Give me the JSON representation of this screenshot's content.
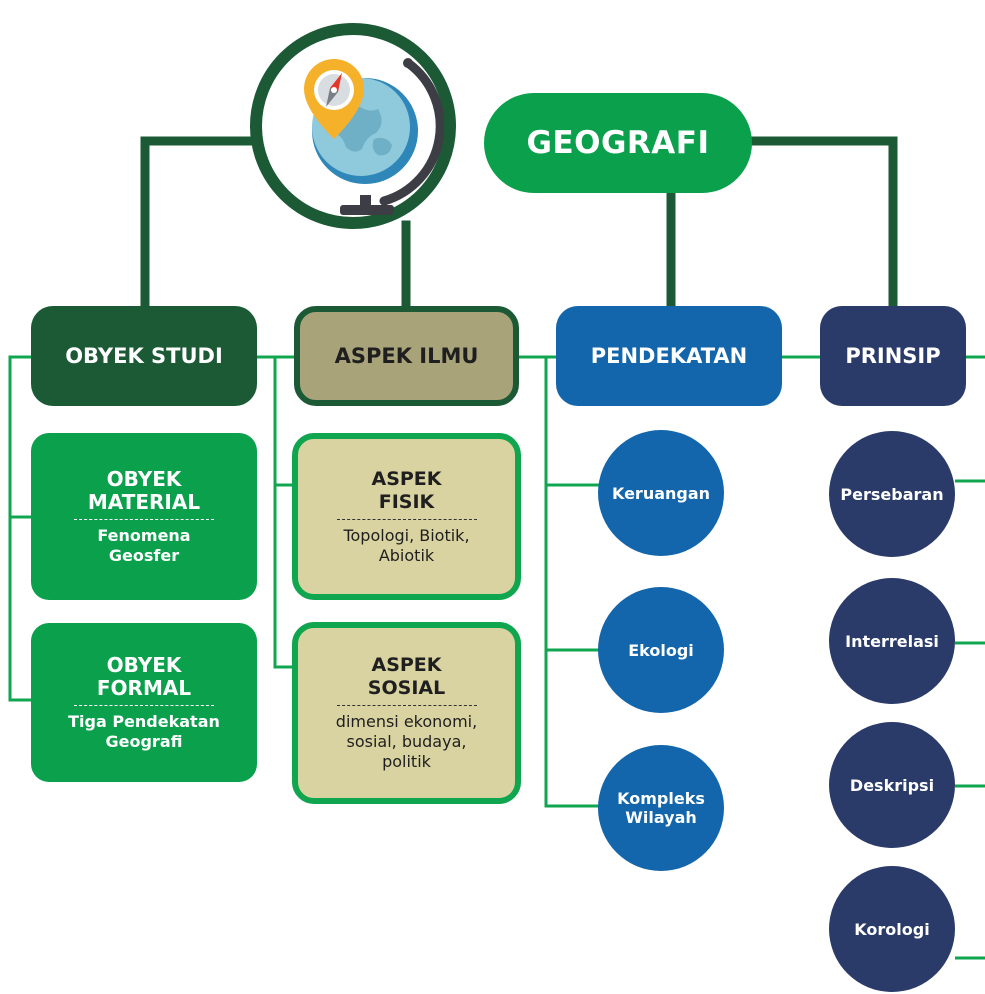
{
  "title": "GEOGRAFI",
  "headers": {
    "obyek_studi": "OBYEK STUDI",
    "aspek_ilmu": "ASPEK ILMU",
    "pendekatan": "PENDEKATAN",
    "prinsip": "PRINSIP"
  },
  "obyek": [
    {
      "title_line1": "OBYEK",
      "title_line2": "MATERIAL",
      "desc_line1": "Fenomena",
      "desc_line2": "Geosfer"
    },
    {
      "title_line1": "OBYEK",
      "title_line2": "FORMAL",
      "desc_line1": "Tiga Pendekatan",
      "desc_line2": "Geografi"
    }
  ],
  "aspek": [
    {
      "title_line1": "ASPEK",
      "title_line2": "FISIK",
      "desc_line1": "Topologi, Biotik,",
      "desc_line2": "Abiotik"
    },
    {
      "title_line1": "ASPEK",
      "title_line2": "SOSIAL",
      "desc_line1": "dimensi ekonomi,",
      "desc_line2": "sosial, budaya,",
      "desc_line3": "politik"
    }
  ],
  "pendekatan": [
    {
      "line1": "Keruangan"
    },
    {
      "line1": "Ekologi"
    },
    {
      "line1": "Kompleks",
      "line2": "Wilayah"
    }
  ],
  "prinsip": [
    {
      "line1": "Persebaran"
    },
    {
      "line1": "Interrelasi"
    },
    {
      "line1": "Deskripsi"
    },
    {
      "line1": "Korologi"
    }
  ],
  "colors": {
    "dark_green": "#1b5a35",
    "green": "#0aa04c",
    "khaki": "#a9a37a",
    "light_khaki": "#d9d3a1",
    "blue": "#1366ac",
    "navy": "#2a3b6a"
  },
  "icon": "globe-with-compass-pin-icon"
}
